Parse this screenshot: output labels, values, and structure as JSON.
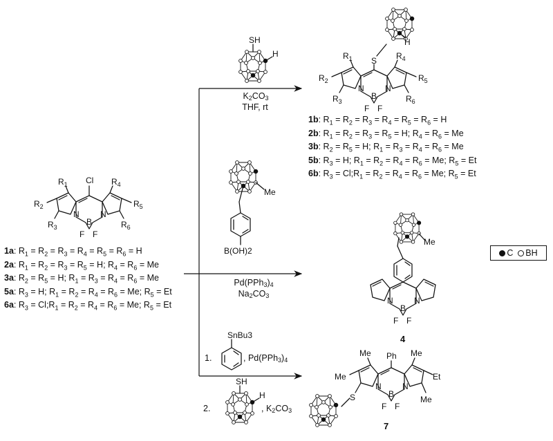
{
  "reagents": {
    "top": {
      "line1": "K2CO3",
      "line2": "THF, rt",
      "sh": "SH",
      "h": "H"
    },
    "middle": {
      "boronic": "B(OH)2",
      "me": "Me",
      "cat": "Pd(PPh3)4",
      "base": "Na2CO3"
    },
    "bottom": {
      "step1_num": "1.",
      "snbu3": "SnBu3",
      "step1_cat": ", Pd(PPh3)4",
      "step2_num": "2.",
      "sh": "SH",
      "h": "H",
      "step2_base": ", K2CO3"
    }
  },
  "start": {
    "cl": "Cl",
    "list": [
      {
        "id": "1a",
        "text": ": R1 = R2 = R3 = R4 = R5 = R6 = H"
      },
      {
        "id": "2a",
        "text": ": R1 = R2 = R3 = R5 = H; R4 = R6 = Me"
      },
      {
        "id": "3a",
        "text": ": R2 = R5 = H; R1 = R3 = R4 = R6 = Me"
      },
      {
        "id": "5a",
        "text": ": R3 = H; R1 = R2 = R4 = R6 = Me; R5 = Et"
      },
      {
        "id": "6a",
        "text": ": R3 = Cl;R1 = R2 = R4 = R6 = Me; R5 = Et"
      }
    ]
  },
  "product_b": {
    "s": "S",
    "h": "H",
    "list": [
      {
        "id": "1b",
        "text": ": R1 = R2 = R3 = R4 = R5 = R6 = H"
      },
      {
        "id": "2b",
        "text": ": R1 = R2 = R3 = R5 = H; R4 = R6 = Me"
      },
      {
        "id": "3b",
        "text": ": R2 = R5 = H; R1 = R3 = R4 = R6 = Me"
      },
      {
        "id": "5b",
        "text": ": R3 = H; R1 = R2 = R4 = R6 = Me; R5 = Et"
      },
      {
        "id": "6b",
        "text": ": R3 = Cl;R1 = R2 = R4 = R6 = Me; R5 = Et"
      }
    ]
  },
  "product_4": {
    "label": "4",
    "me": "Me"
  },
  "product_7": {
    "label": "7",
    "ph": "Ph",
    "me": "Me",
    "et": "Et",
    "s": "S"
  },
  "legend": {
    "c": "C",
    "bh": "BH"
  }
}
